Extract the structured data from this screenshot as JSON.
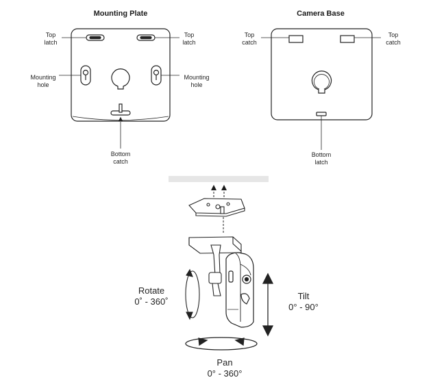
{
  "mounting_plate": {
    "title": "Mounting Plate",
    "top_latch_left": "Top\nlatch",
    "top_latch_right": "Top\nlatch",
    "mounting_hole_left": "Mounting\nhole",
    "mounting_hole_right": "Mounting\nhole",
    "bottom_catch": "Bottom\ncatch"
  },
  "camera_base": {
    "title": "Camera Base",
    "top_catch_left": "Top\ncatch",
    "top_catch_right": "Top\ncatch",
    "bottom_latch": "Bottom\nlatch"
  },
  "motion": {
    "rotate_label": "Rotate",
    "rotate_range": "0˚ - 360˚",
    "tilt_label": "Tilt",
    "tilt_range": "0° - 90°",
    "pan_label": "Pan",
    "pan_range": "0° - 360°"
  }
}
